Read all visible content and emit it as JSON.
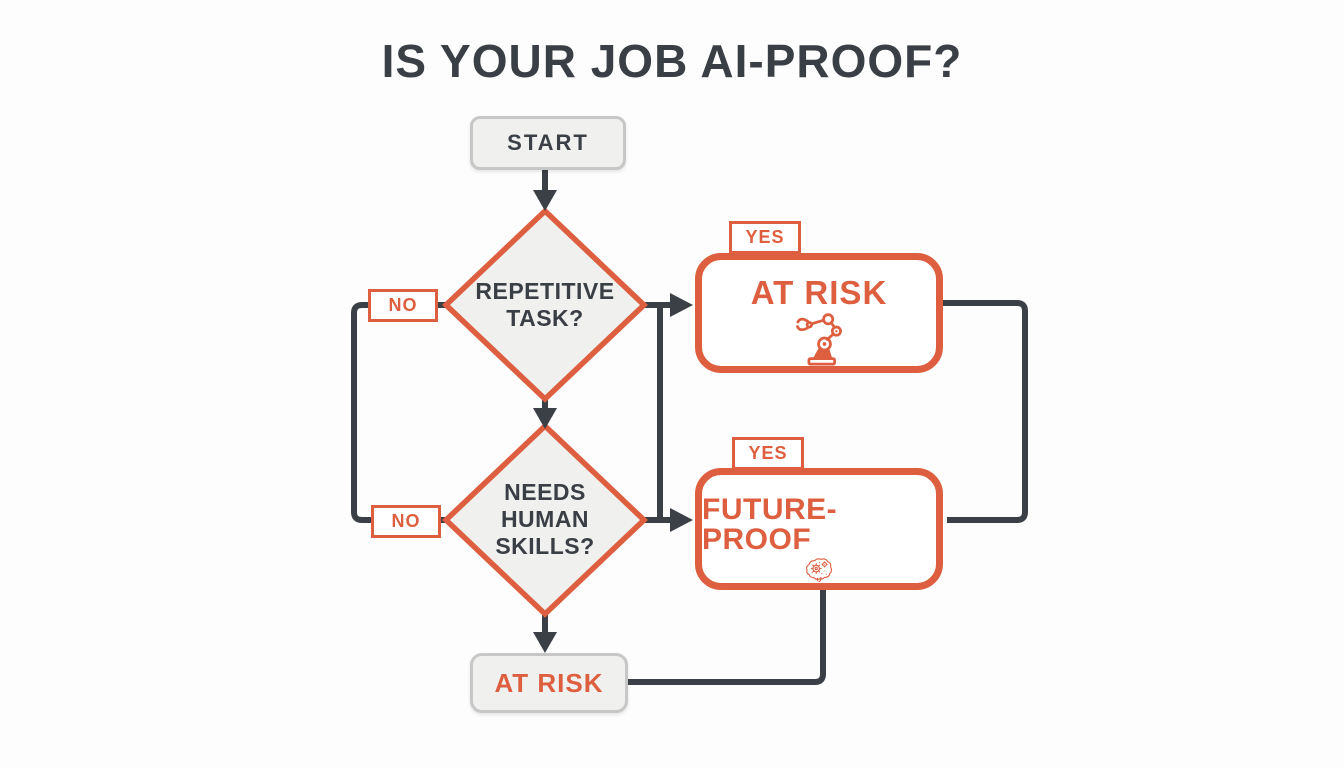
{
  "title": "IS YOUR JOB AI-PROOF?",
  "palette": {
    "accent": "#DD5F40",
    "ink": "#3B4046",
    "node_fill": "#F0F0EE",
    "node_border": "#C7C7C7",
    "background": "#FDFDFD"
  },
  "flow": {
    "start": {
      "label": "START"
    },
    "decision_repetitive": {
      "lines": [
        "REPETITIVE",
        "TASK?"
      ]
    },
    "decision_human_skills": {
      "lines": [
        "NEEDS",
        "HUMAN",
        "SKILLS?"
      ]
    },
    "outcome_at_risk": {
      "label": "AT RISK",
      "icon": "robot-arm-icon"
    },
    "outcome_future_proof": {
      "label": "FUTURE-PROOF",
      "icon": "brain-gears-icon"
    },
    "end_at_risk": {
      "label": "AT RISK"
    },
    "edge_labels": {
      "yes_repetitive": "YES",
      "no_repetitive": "NO",
      "yes_human": "YES",
      "no_human": "NO"
    }
  }
}
